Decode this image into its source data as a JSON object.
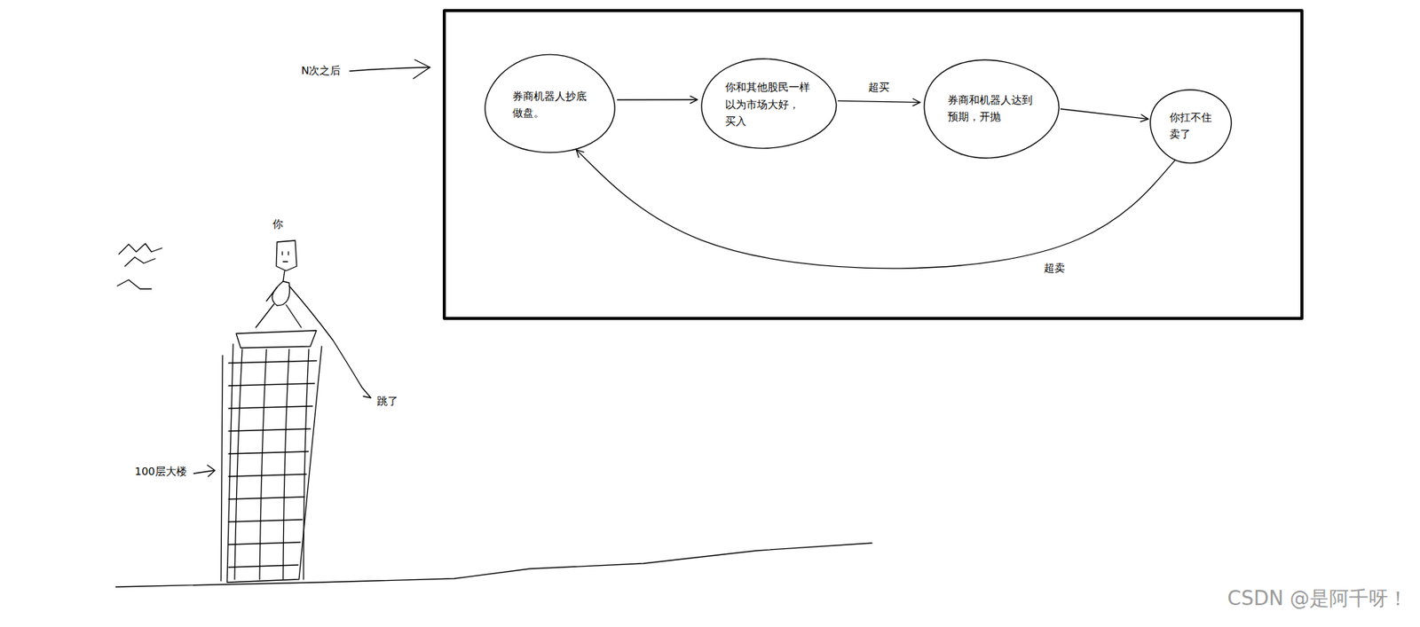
{
  "diagram": {
    "nodes": [
      {
        "text": [
          "券商机器人抄底 做盘。"
        ]
      },
      {
        "text": [
          "你和其他股民一样 以为市场大好，买入"
        ]
      },
      {
        "text": [
          "券商和机器人达到 预期，开抛"
        ]
      },
      {
        "text": [
          "你扛不住 卖了"
        ]
      }
    ],
    "edges": [
      {
        "from": 0,
        "to": 1,
        "arrow": "to"
      },
      {
        "from": 1,
        "to": 2,
        "label": "超买",
        "arrow": "to"
      },
      {
        "from": 2,
        "to": 3,
        "arrow": "to"
      },
      {
        "from": 3,
        "to": 0,
        "label": "超卖",
        "arrow": "to"
      }
    ],
    "labels": [
      "N次之后",
      "你",
      "跳了",
      "100层大楼",
      "CSDN @是阿千呀！"
    ]
  }
}
